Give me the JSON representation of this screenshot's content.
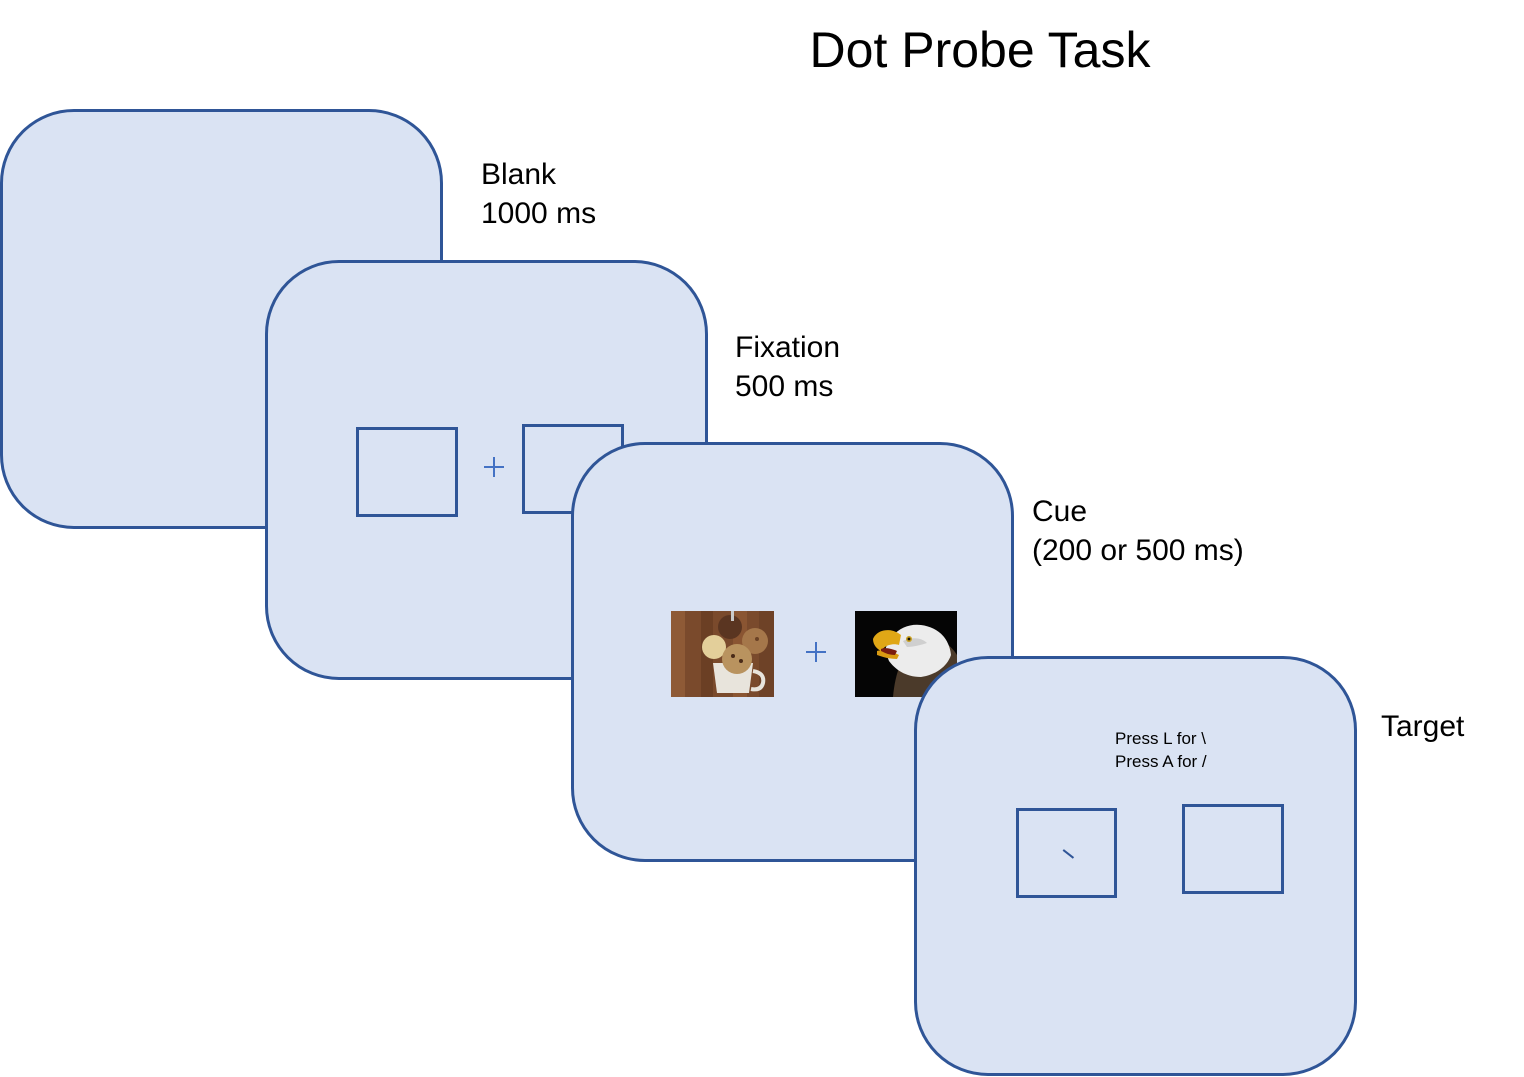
{
  "title": "Dot Probe Task",
  "colors": {
    "screen_fill": "#dae3f3",
    "screen_border": "#2f5597",
    "fixation_cross": "#4472c4"
  },
  "steps": [
    {
      "name": "Blank",
      "duration": "1000 ms"
    },
    {
      "name": "Fixation",
      "duration": "500 ms"
    },
    {
      "name": "Cue",
      "duration": "(200 or 500 ms)"
    },
    {
      "name": "Target"
    }
  ],
  "target_instructions": {
    "line1": "Press L for \\",
    "line2": "Press A for /"
  },
  "cue_images": [
    "ice-cream-cups-photo",
    "eagle-photo"
  ],
  "probe_symbol": "\\"
}
